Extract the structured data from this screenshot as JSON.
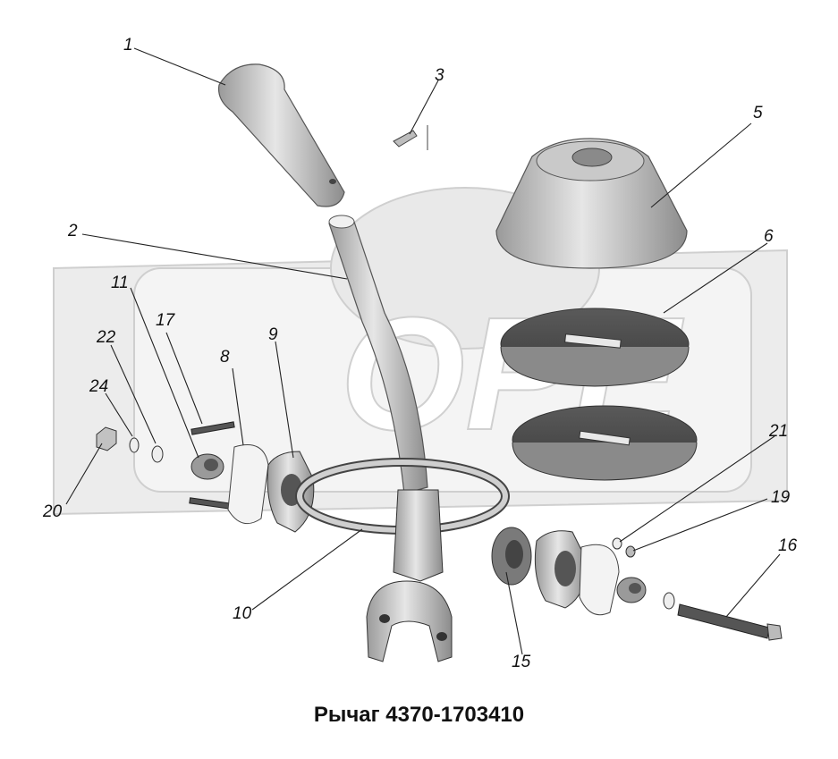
{
  "caption": "Рычаг 4370-1703410",
  "callouts": {
    "c1": "1",
    "c2": "2",
    "c3": "3",
    "c5": "5",
    "c6": "6",
    "c8": "8",
    "c9": "9",
    "c10": "10",
    "c11": "11",
    "c15": "15",
    "c16": "16",
    "c17": "17",
    "c19": "19",
    "c20": "20",
    "c21": "21",
    "c22": "22",
    "c24": "24"
  },
  "colors": {
    "part_fill": "#d6d6d6",
    "part_dark": "#6f6f6f",
    "watermark": "#e4e4e4",
    "ink": "#111111"
  }
}
